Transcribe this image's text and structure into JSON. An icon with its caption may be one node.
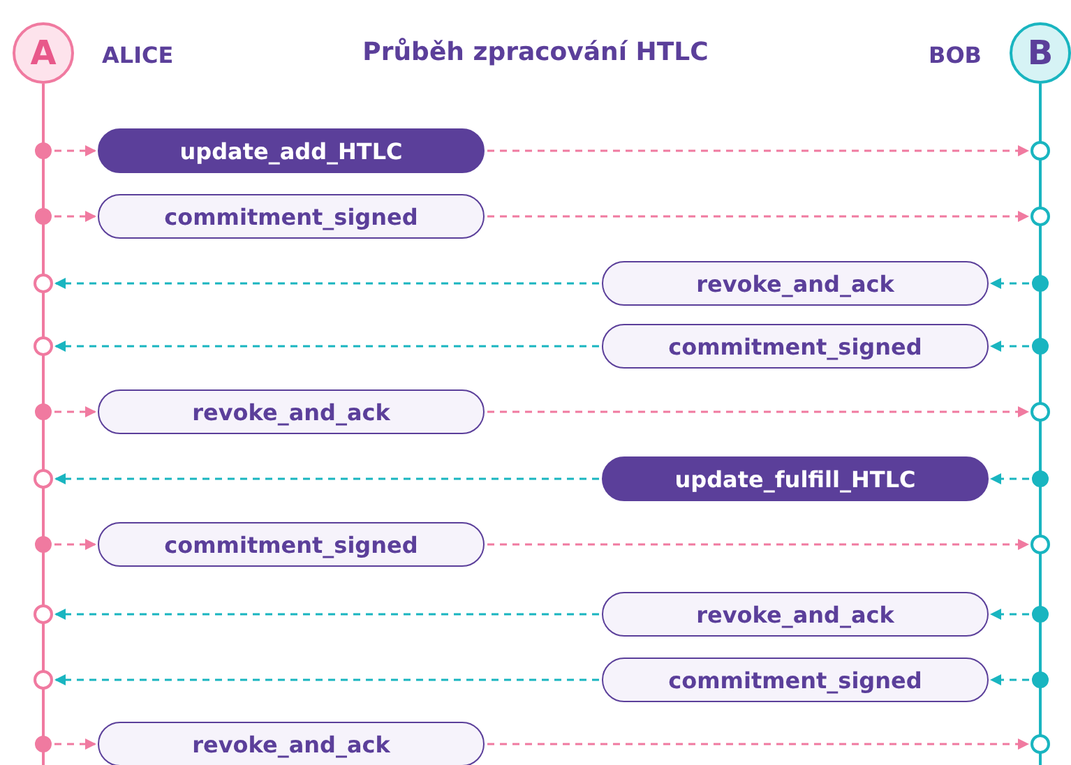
{
  "diagram": {
    "title": "Průběh zpracování HTLC",
    "nodes": [
      {
        "text": [
          "A"
        ],
        "beside": [
          "ALICE"
        ]
      },
      {
        "text": [
          "B"
        ],
        "beside": [
          "BOB"
        ]
      },
      {
        "text": [],
        "shape": "circle"
      },
      {
        "text": [
          "update_add_HTLC"
        ]
      },
      {
        "text": [],
        "shape": "circle"
      },
      {
        "text": [],
        "shape": "circle"
      },
      {
        "text": [
          "commitment_signed"
        ]
      },
      {
        "text": [],
        "shape": "circle"
      },
      {
        "text": [],
        "shape": "circle"
      },
      {
        "text": [
          "revoke_and_ack"
        ]
      },
      {
        "text": [],
        "shape": "circle"
      },
      {
        "text": [],
        "shape": "circle"
      },
      {
        "text": [
          "commitment_signed"
        ]
      },
      {
        "text": [],
        "shape": "circle"
      },
      {
        "text": [],
        "shape": "circle"
      },
      {
        "text": [
          "revoke_and_ack"
        ]
      },
      {
        "text": [],
        "shape": "circle"
      },
      {
        "text": [],
        "shape": "circle"
      },
      {
        "text": [
          "update_fulfill_HTLC"
        ]
      },
      {
        "text": [],
        "shape": "circle"
      },
      {
        "text": [],
        "shape": "circle"
      },
      {
        "text": [
          "commitment_signed"
        ]
      },
      {
        "text": [],
        "shape": "circle"
      },
      {
        "text": [],
        "shape": "circle"
      },
      {
        "text": [
          "revoke_and_ack"
        ]
      },
      {
        "text": [],
        "shape": "circle"
      },
      {
        "text": [],
        "shape": "circle"
      },
      {
        "text": [
          "commitment_signed"
        ]
      },
      {
        "text": [],
        "shape": "circle"
      },
      {
        "text": [],
        "shape": "circle"
      },
      {
        "text": [
          "revoke_and_ack"
        ]
      },
      {
        "text": [],
        "shape": "circle"
      }
    ],
    "edges": [
      {
        "from": 2,
        "to": 3,
        "arrow": "to",
        "style": "dashed",
        "color": "#f07aa0"
      },
      {
        "from": 3,
        "to": 4,
        "arrow": "to",
        "style": "dashed",
        "color": "#f07aa0"
      },
      {
        "from": 5,
        "to": 6,
        "arrow": "to",
        "style": "dashed",
        "color": "#f07aa0"
      },
      {
        "from": 6,
        "to": 7,
        "arrow": "to",
        "style": "dashed",
        "color": "#f07aa0"
      },
      {
        "from": 10,
        "to": 9,
        "arrow": "to",
        "style": "dashed",
        "color": "#19b5c0"
      },
      {
        "from": 9,
        "to": 8,
        "arrow": "to",
        "style": "dashed",
        "color": "#19b5c0"
      },
      {
        "from": 13,
        "to": 12,
        "arrow": "to",
        "style": "dashed",
        "color": "#19b5c0"
      },
      {
        "from": 12,
        "to": 11,
        "arrow": "to",
        "style": "dashed",
        "color": "#19b5c0"
      },
      {
        "from": 14,
        "to": 15,
        "arrow": "to",
        "style": "dashed",
        "color": "#f07aa0"
      },
      {
        "from": 15,
        "to": 16,
        "arrow": "to",
        "style": "dashed",
        "color": "#f07aa0"
      },
      {
        "from": 19,
        "to": 18,
        "arrow": "to",
        "style": "dashed",
        "color": "#19b5c0"
      },
      {
        "from": 18,
        "to": 17,
        "arrow": "to",
        "style": "dashed",
        "color": "#19b5c0"
      },
      {
        "from": 20,
        "to": 21,
        "arrow": "to",
        "style": "dashed",
        "color": "#f07aa0"
      },
      {
        "from": 21,
        "to": 22,
        "arrow": "to",
        "style": "dashed",
        "color": "#f07aa0"
      },
      {
        "from": 25,
        "to": 24,
        "arrow": "to",
        "style": "dashed",
        "color": "#19b5c0"
      },
      {
        "from": 24,
        "to": 23,
        "arrow": "to",
        "style": "dashed",
        "color": "#19b5c0"
      },
      {
        "from": 28,
        "to": 27,
        "arrow": "to",
        "style": "dashed",
        "color": "#19b5c0"
      },
      {
        "from": 27,
        "to": 26,
        "arrow": "to",
        "style": "dashed",
        "color": "#19b5c0"
      },
      {
        "from": 29,
        "to": 30,
        "arrow": "to",
        "style": "dashed",
        "color": "#f07aa0"
      },
      {
        "from": 30,
        "to": 31,
        "arrow": "to",
        "style": "dashed",
        "color": "#f07aa0"
      }
    ]
  }
}
